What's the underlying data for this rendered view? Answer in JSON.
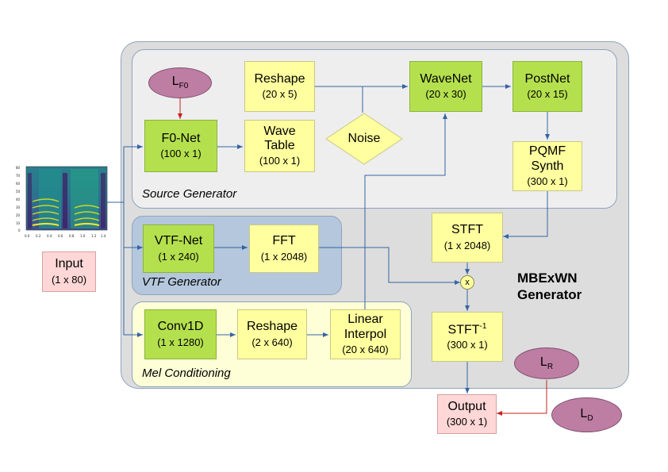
{
  "regions": {
    "source_generator": "Source Generator",
    "vtf_generator": "VTF Generator",
    "mel_conditioning": "Mel Conditioning",
    "mbexwn_line1": "MBExWN",
    "mbexwn_line2": "Generator"
  },
  "losses": {
    "lf0_main": "L",
    "lf0_sub": "F0",
    "lr_main": "L",
    "lr_sub": "R",
    "ld_main": "L",
    "ld_sub": "D"
  },
  "blocks": {
    "reshape1": {
      "title": "Reshape",
      "dims": "(20 x 5)"
    },
    "wavenet": {
      "title": "WaveNet",
      "dims": "(20 x 30)"
    },
    "postnet": {
      "title": "PostNet",
      "dims": "(20 x 15)"
    },
    "f0net": {
      "title": "F0-Net",
      "dims": "(100 x 1)"
    },
    "wavetable": {
      "title_line1": "Wave",
      "title_line2": "Table",
      "dims": "(100 x 1)"
    },
    "noise": {
      "title": "Noise"
    },
    "pqmf": {
      "title_line1": "PQMF",
      "title_line2": "Synth",
      "dims": "(300 x 1)"
    },
    "vtfnet": {
      "title": "VTF-Net",
      "dims": "(1 x 240)"
    },
    "fft": {
      "title": "FFT",
      "dims": "(1 x 2048)"
    },
    "stft": {
      "title": "STFT",
      "dims": "(1 x 2048)"
    },
    "multiply": {
      "symbol": "x"
    },
    "istft": {
      "title": "STFT",
      "sup": "-1",
      "dims": "(300 x 1)"
    },
    "conv1d": {
      "title": "Conv1D",
      "dims": "(1 x 1280)"
    },
    "reshape2": {
      "title": "Reshape",
      "dims": "(2 x 640)"
    },
    "interp": {
      "title_line1": "Linear",
      "title_line2": "Interpol",
      "dims": "(20 x 640)"
    },
    "input": {
      "title": "Input",
      "dims": "(1 x 80)"
    },
    "output": {
      "title": "Output",
      "dims": "(300 x 1)"
    }
  },
  "spectrogram": {
    "y_ticks": [
      "80",
      "70",
      "60",
      "50",
      "40",
      "30",
      "20",
      "10",
      "0"
    ],
    "x_ticks": [
      "0.0",
      "0.2",
      "0.4",
      "0.6",
      "0.8",
      "1.0",
      "1.2",
      "1.4"
    ]
  },
  "colors": {
    "block_green": "#b5e04e",
    "block_yellow": "#ffff9f",
    "block_pink": "#ffd7d7",
    "loss_purple": "#be7ea3",
    "arrow_blue": "#3465a4",
    "arrow_red": "#c9211e"
  }
}
